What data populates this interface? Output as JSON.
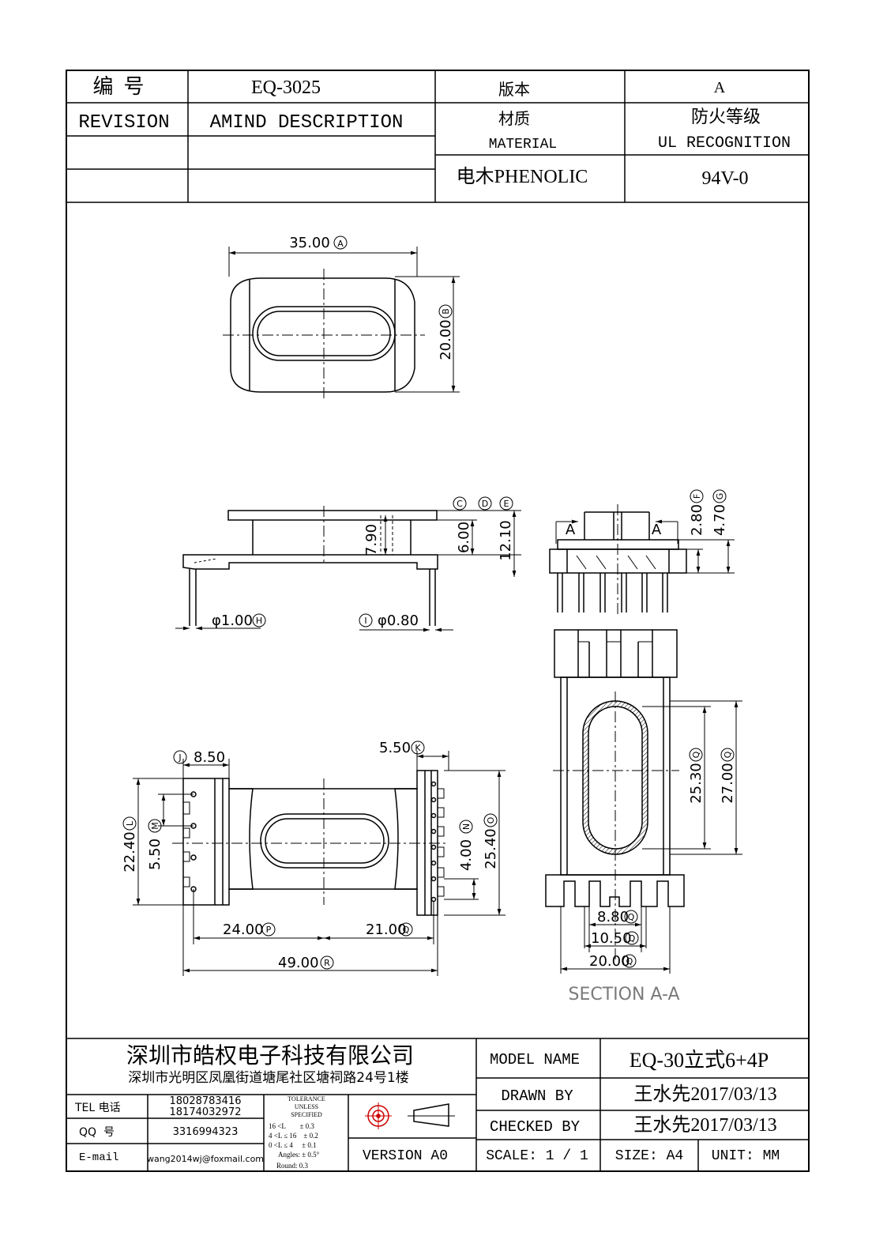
{
  "header": {
    "number_label": "编  号",
    "number_value": "EQ-3025",
    "version_label": "版本",
    "version_value": "A",
    "revision_label": "REVISION",
    "amend_label": "AMIND DESCRIPTION",
    "material_label_cn": "材质",
    "material_label_en": "MATERIAL",
    "fire_label_cn": "防火等级",
    "fire_label_en": "UL RECOGNITION",
    "material_value": "电木PHENOLIC",
    "fire_value": "94V-0"
  },
  "dimensions": {
    "top_width": "35.00",
    "top_width_tag": "A",
    "top_height": "20.00",
    "top_height_tag": "B",
    "tag_c": "C",
    "tag_d": "D",
    "tag_e": "E",
    "side_h1": "7.90",
    "side_h2": "6.00",
    "side_h3": "12.10",
    "pin_dia_1": "φ1.00",
    "pin_dia_1_tag": "H",
    "pin_dia_2": "φ0.80",
    "pin_dia_2_tag": "I",
    "end_h1": "2.80",
    "end_h1_tag": "F",
    "end_h2": "4.70",
    "end_h2_tag": "G",
    "section_marker": "A",
    "bot_left_w": "8.50",
    "bot_left_w_tag": "J",
    "bot_right_w": "5.50",
    "bot_right_w_tag": "K",
    "bot_left_h": "22.40",
    "bot_left_h_tag": "L",
    "bot_pitch": "5.50",
    "bot_pitch_tag": "M",
    "bot_right_pitch": "4.00",
    "bot_right_pitch_tag": "N",
    "bot_right_h": "25.40",
    "bot_right_h_tag": "O",
    "bot_left_span": "24.00",
    "bot_left_span_tag": "P",
    "bot_right_span": "21.00",
    "bot_right_span_tag": "Q",
    "bot_total": "49.00",
    "bot_total_tag": "R",
    "sec_inner_h": "25.30",
    "sec_inner_h_tag": "Q",
    "sec_outer_h": "27.00",
    "sec_outer_h_tag": "Q",
    "sec_w1": "8.80",
    "sec_w1_tag": "Q",
    "sec_w2": "10.50",
    "sec_w2_tag": "Q",
    "sec_w3": "20.00",
    "sec_w3_tag": "Q",
    "section_label": "SECTION A-A"
  },
  "title_block": {
    "company": "深圳市皓权电子科技有限公司",
    "address": "深圳市光明区凤凰街道塘尾社区塘祠路24号1楼",
    "tel_label": "TEL 电话",
    "tel_1": "18028783416",
    "tel_2": "18174032972",
    "qq_label": "QQ  号",
    "qq_value": "3316994323",
    "email_label": "E-mail",
    "email_value": "wang2014wj@foxmail.com",
    "tol_title_1": "TOLERANCE",
    "tol_title_2": "UNLESS",
    "tol_title_3": "SPECIFIED",
    "tol_row_1": "16 <L        ± 0.3",
    "tol_row_2": "4 <L ≤ 16    ± 0.2",
    "tol_row_3": "0 <L ≤ 4     ± 0.1",
    "tol_row_4": "Angles: ± 0.5°",
    "tol_row_5": "Round: 0.3",
    "version": "VERSION A0",
    "model_label": "MODEL NAME",
    "model_value": "EQ-30立式6+4P",
    "drawn_label": "DRAWN BY",
    "drawn_value": "王水先2017/03/13",
    "checked_label": "CHECKED BY",
    "checked_value": "王水先2017/03/13",
    "scale_label": "SCALE: 1 / 1",
    "size_label": "SIZE: A4",
    "unit_label": "UNIT: MM"
  }
}
